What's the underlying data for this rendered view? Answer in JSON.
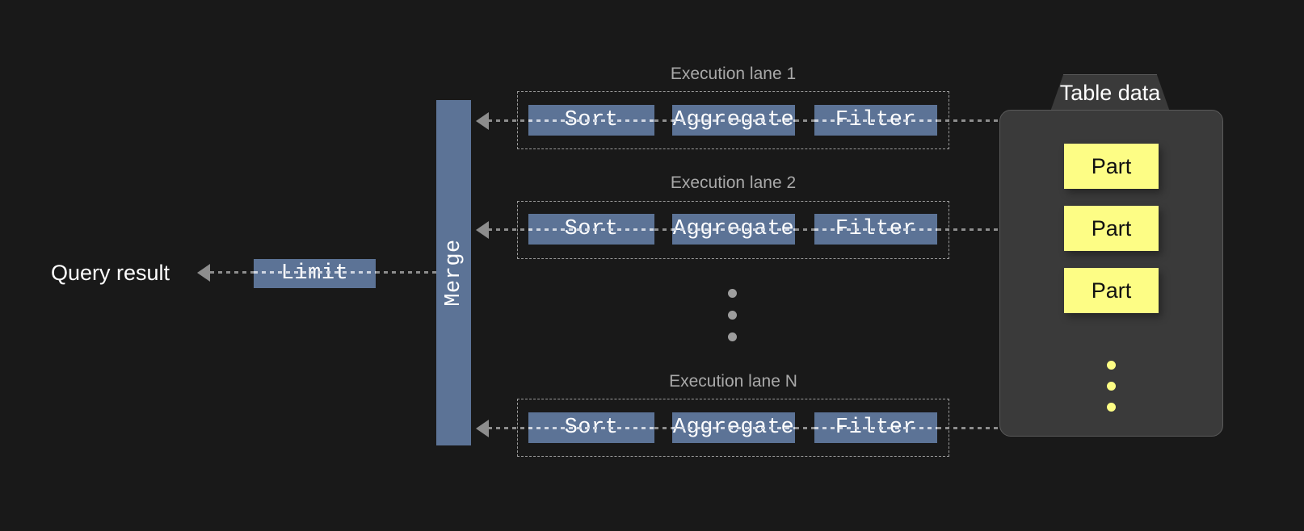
{
  "diagram": {
    "title": "Parallel query execution pipeline",
    "background_color": "#191919",
    "colors": {
      "operator_blue": "#5c7396",
      "part_yellow": "#fdfd85",
      "container_gray": "#3a3a3a",
      "connector_gray": "#8d8d8d",
      "lane_label_gray": "#a9a9a9",
      "text_white": "#ffffff"
    }
  },
  "output": {
    "query_result_label": "Query result",
    "limit_label": "Limit"
  },
  "merge": {
    "label": "Merge"
  },
  "lanes": [
    {
      "label": "Execution lane 1",
      "stages": [
        "Sort",
        "Aggregate",
        "Filter"
      ]
    },
    {
      "label": "Execution lane 2",
      "stages": [
        "Sort",
        "Aggregate",
        "Filter"
      ]
    },
    {
      "label": "Execution lane N",
      "stages": [
        "Sort",
        "Aggregate",
        "Filter"
      ]
    }
  ],
  "lane_ellipsis": {
    "dot_count": 3,
    "color": "#9d9d9d"
  },
  "table_data": {
    "title": "Table data",
    "parts": [
      "Part",
      "Part",
      "Part"
    ],
    "ellipsis": {
      "dot_count": 3,
      "color": "#fdfd85"
    }
  }
}
